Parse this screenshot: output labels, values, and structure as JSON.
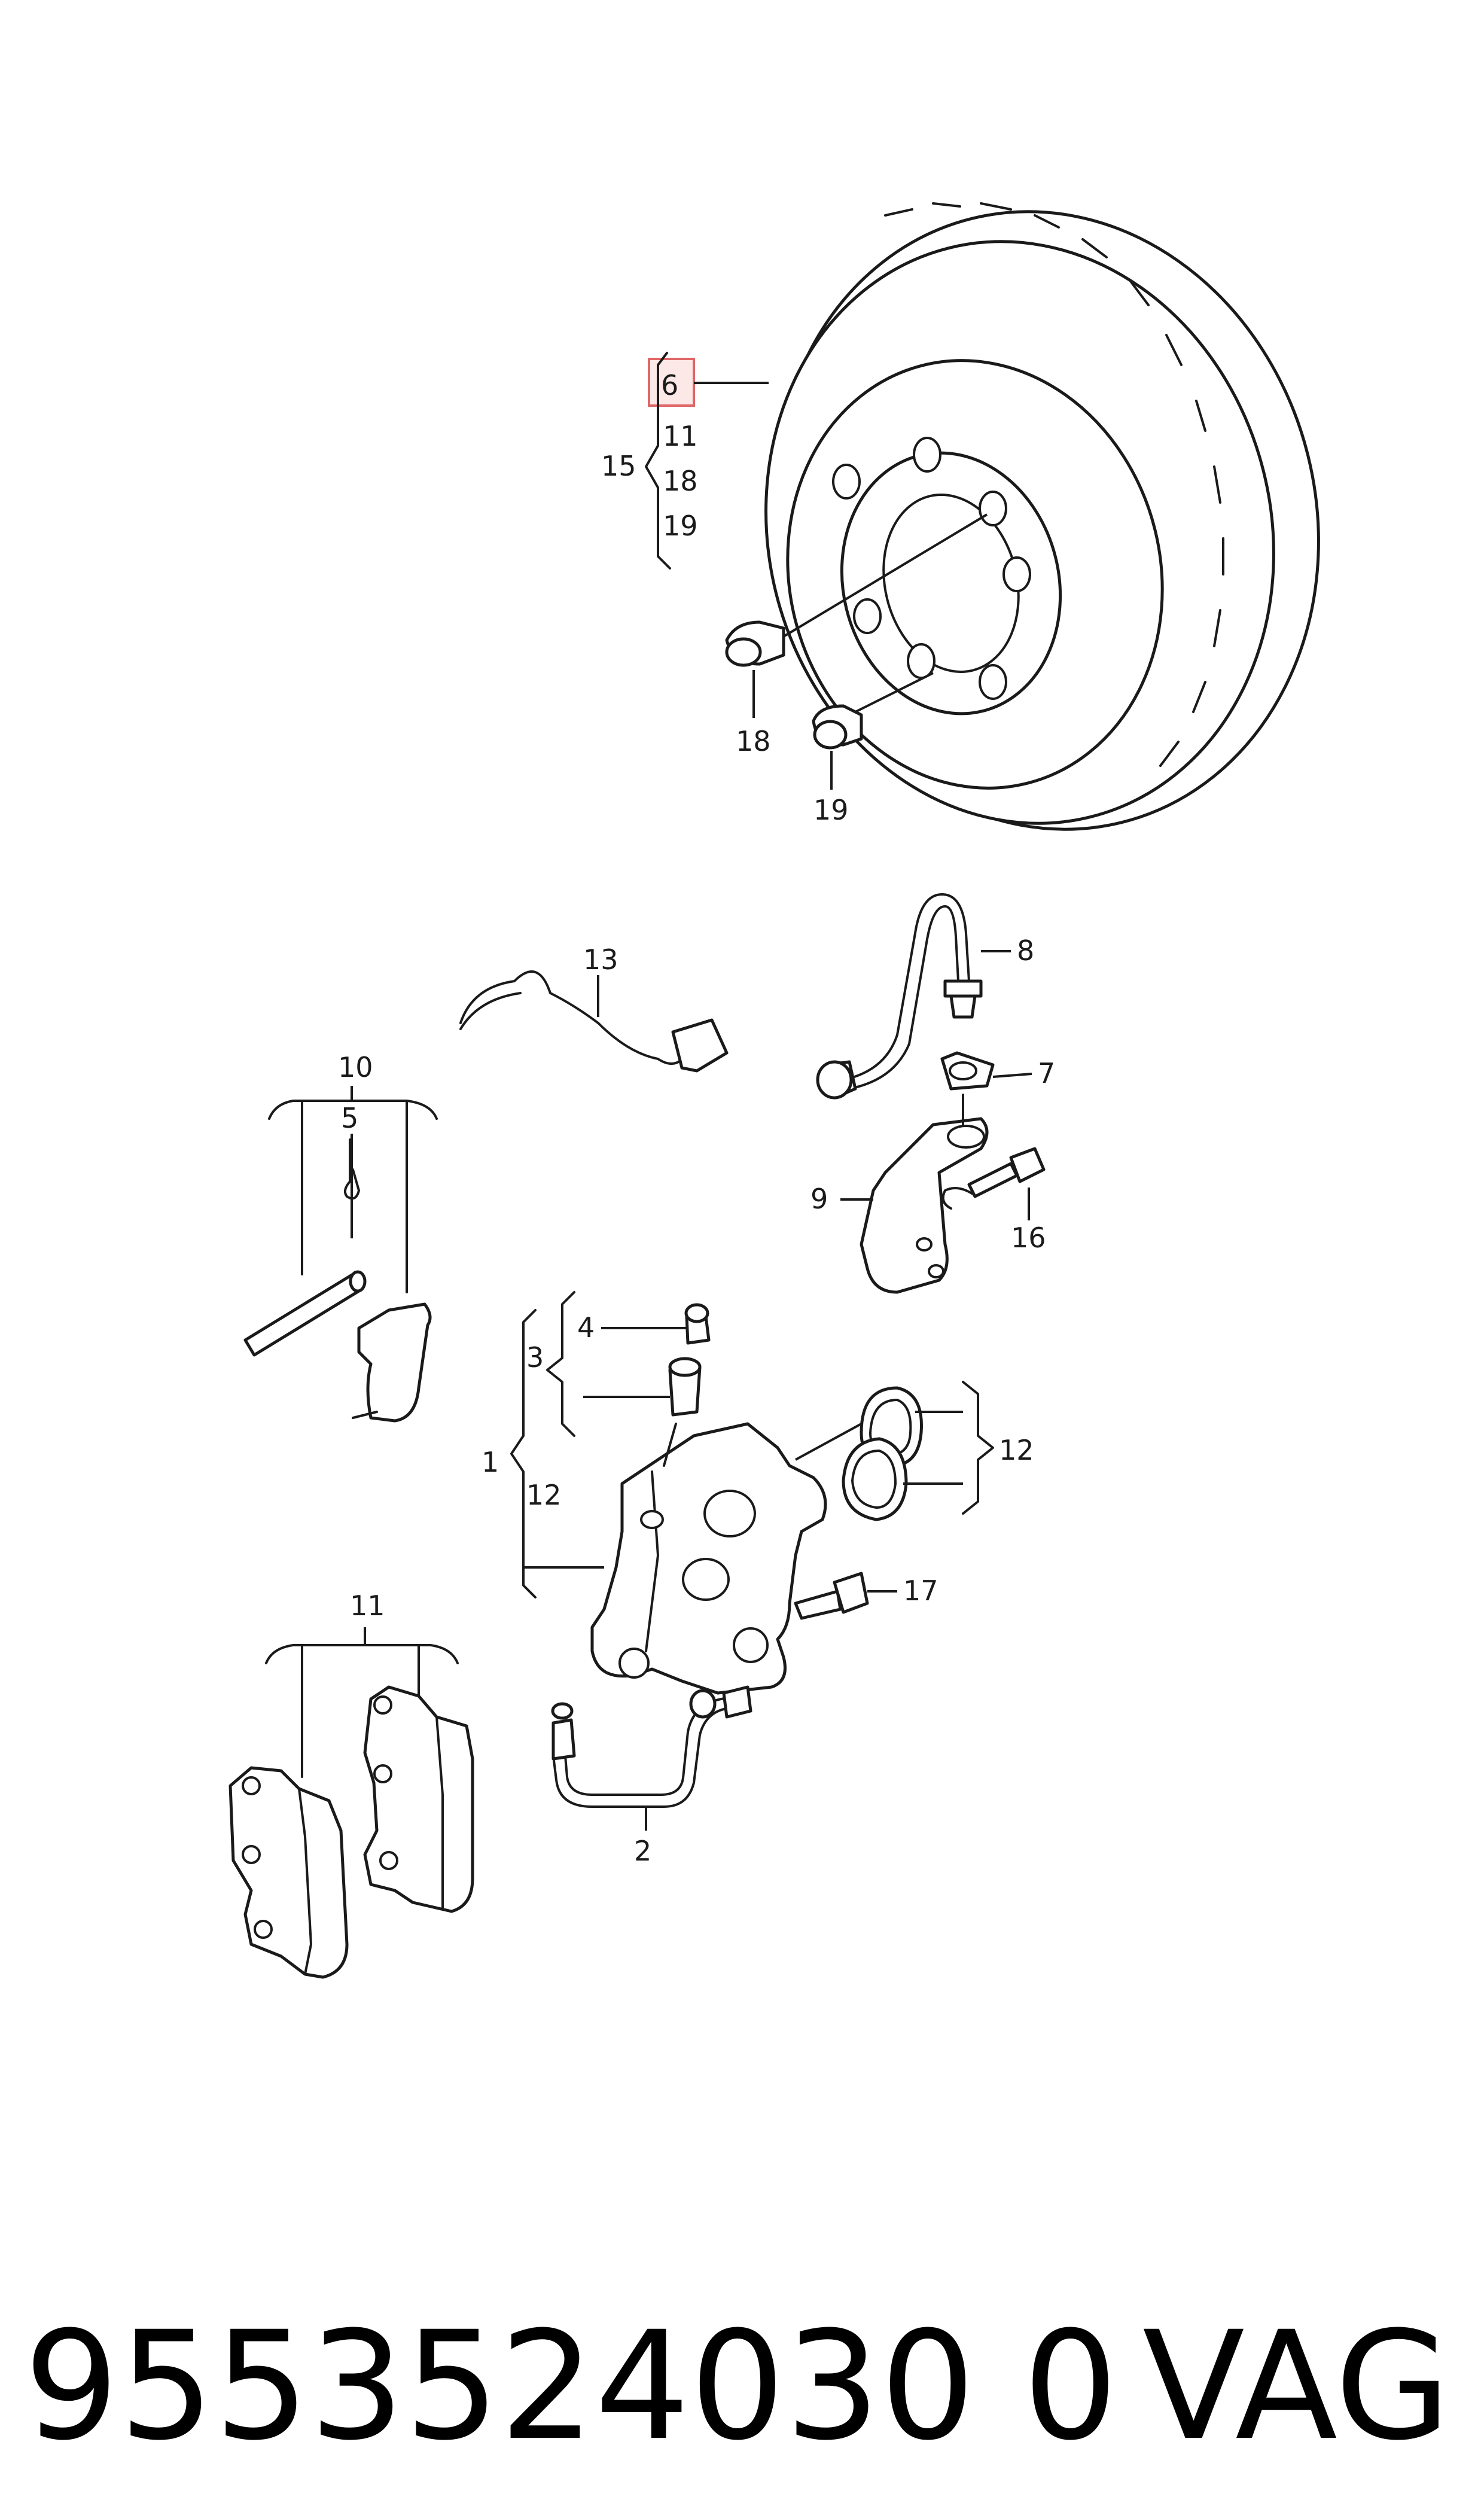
{
  "callouts": {
    "c6": "6",
    "c11a": "11",
    "c15": "15",
    "c18a": "18",
    "c19a": "19",
    "c18b": "18",
    "c19b": "19",
    "c13": "13",
    "c8": "8",
    "c7": "7",
    "c9": "9",
    "c16": "16",
    "c10": "10",
    "c5": "5",
    "c4": "4",
    "c3": "3",
    "c1": "1",
    "c12a": "12",
    "c12b": "12",
    "c17": "17",
    "c11b": "11",
    "c2": "2"
  },
  "highlight_color": "#e06666",
  "footer": {
    "part_number": "9553524030 0",
    "brand": "VAG"
  }
}
